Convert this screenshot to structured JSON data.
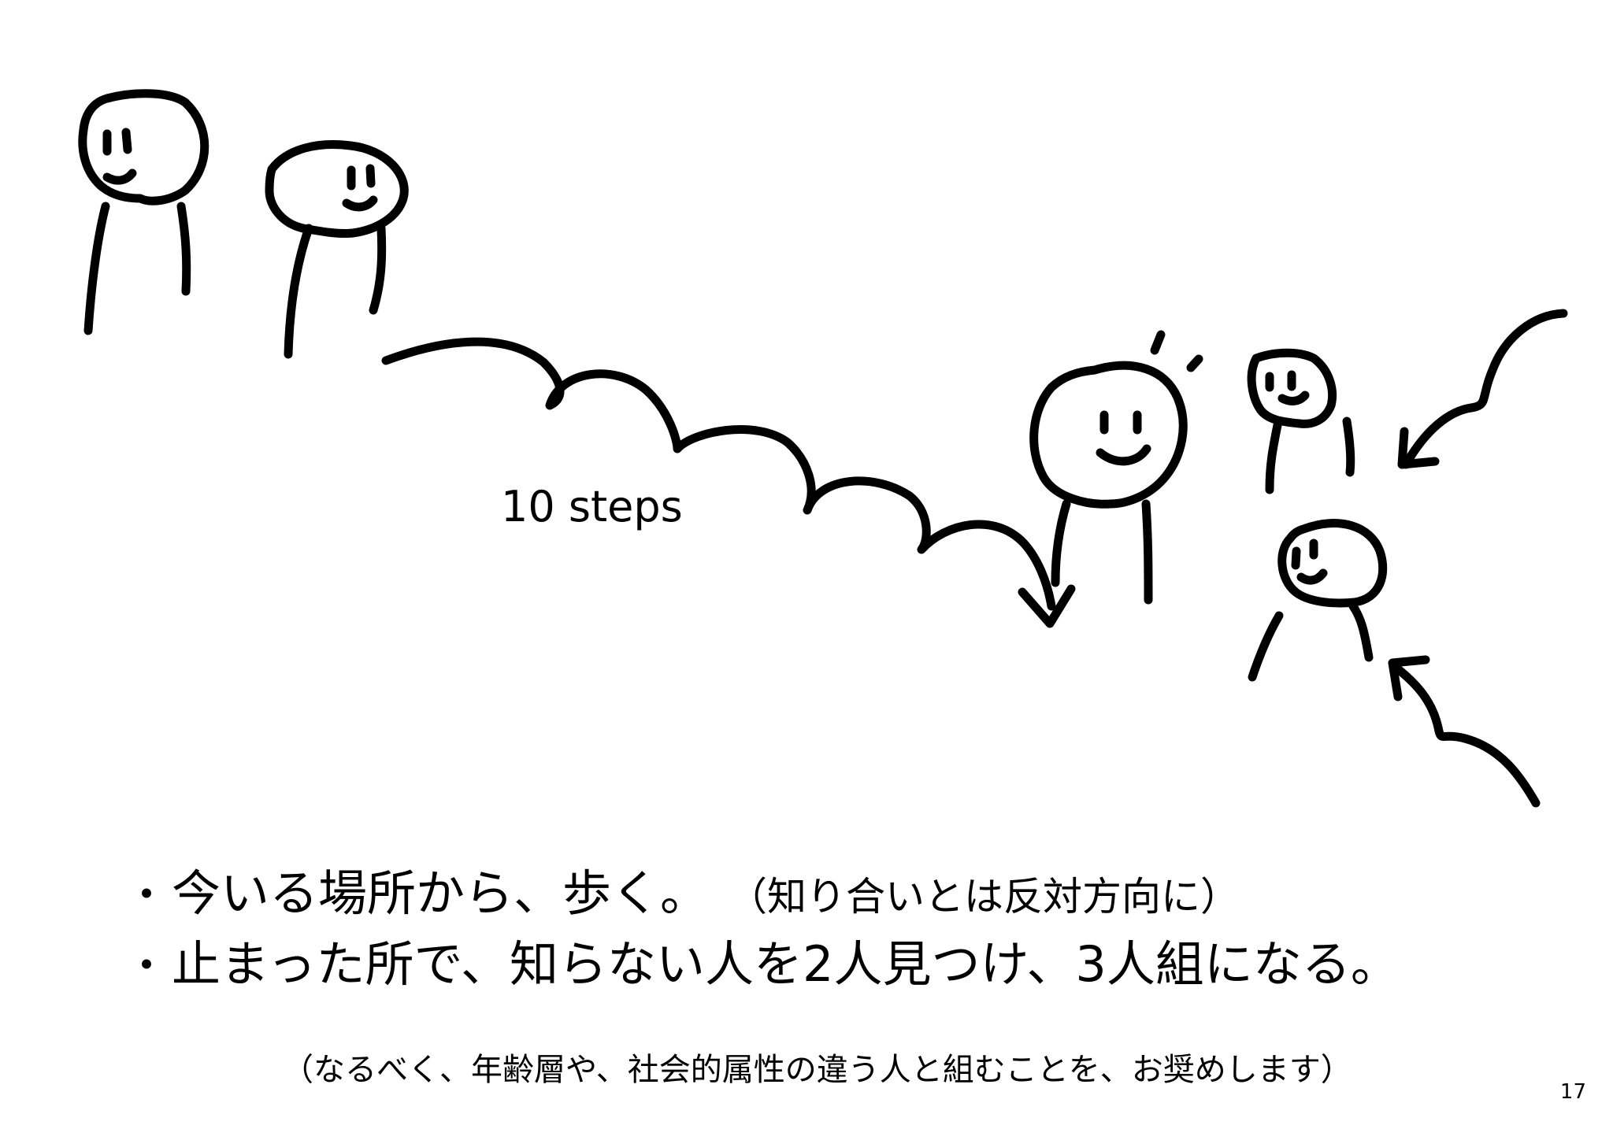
{
  "slide": {
    "steps_label": "10 steps",
    "bullet_marker": "・",
    "bullets": [
      {
        "text": "今いる場所から、歩く。",
        "note": "（知り合いとは反対方向に）"
      },
      {
        "text": "止まった所で、知らない人を2人見つけ、3人組になる。",
        "note": ""
      }
    ],
    "footnote": "（なるべく、年齢層や、社会的属性の違う人と組むことを、お奨めします）",
    "page_number": "17"
  },
  "colors": {
    "ink": "#000000",
    "background": "#ffffff"
  }
}
